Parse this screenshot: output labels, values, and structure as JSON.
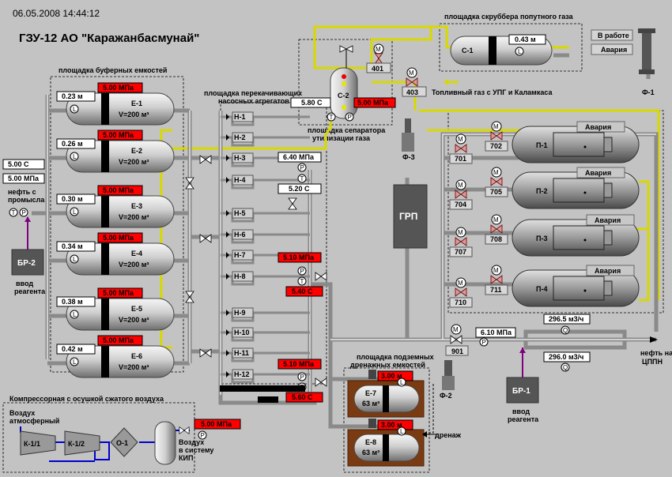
{
  "header": {
    "datetime": "06.05.2008  14:44:12",
    "title": "ГЗУ-12 АО \"Каражанбасмунай\""
  },
  "areas": {
    "buffer": "площадка буферных емкостей",
    "pumps": "площадка перекачивающих",
    "pumps2": "насосных агрегатов",
    "separator": "площадка сепаратора",
    "separator2": "утилизации газа",
    "scrubber": "площадка скруббера попутного газа",
    "drain": "площадка подземных",
    "drain2": "дренажных емкостей",
    "compressor": "Компрессорная с осушкой сжатого воздуха"
  },
  "inlet": {
    "temp": "5.00 С",
    "pressure": "5.00 МПа",
    "label1": "нефть с",
    "label2": "промысла",
    "br2": "БР-2",
    "reagent1": "ввод",
    "reagent2": "реагента"
  },
  "tanks": [
    {
      "name": "Е-1",
      "level": "0.23 м",
      "pressure": "5.00 МПа",
      "volume": "V=200 м³"
    },
    {
      "name": "Е-2",
      "level": "0.26 м",
      "pressure": "5.00 МПа",
      "volume": "V=200 м³"
    },
    {
      "name": "Е-3",
      "level": "0.30 м",
      "pressure": "5.00 МПа",
      "volume": "V=200 м³"
    },
    {
      "name": "Е-4",
      "level": "0.34 м",
      "pressure": "5.00 МПа",
      "volume": "V=200 м³"
    },
    {
      "name": "Е-5",
      "level": "0.38 м",
      "pressure": "5.00 МПа",
      "volume": "V=200 м³"
    },
    {
      "name": "Е-6",
      "level": "0.42 м",
      "pressure": "5.00 МПа",
      "volume": "V=200 м³"
    }
  ],
  "pumps": [
    "Н-1",
    "Н-2",
    "Н-3",
    "Н-4",
    "Н-5",
    "Н-6",
    "Н-7",
    "Н-8",
    "Н-9",
    "Н-10",
    "Н-11",
    "Н-12"
  ],
  "pump_readings": {
    "p1": "6.40 МПа",
    "t1": "5.20 С",
    "p2": "5.10 МПа",
    "t2": "5.40 С",
    "p3": "5.10 МПа",
    "t3": "5.60 С"
  },
  "separator": {
    "name": "С-2",
    "temp": "5.80 С",
    "pressure": "5.00 МПа"
  },
  "valves": {
    "v401": "401",
    "v403": "403",
    "v701": "701",
    "v702": "702",
    "v704": "704",
    "v705": "705",
    "v707": "707",
    "v708": "708",
    "v710": "710",
    "v711": "711",
    "v901": "901"
  },
  "fuel_gas": "Топливный газ с УПГ и Каламкаса",
  "scrubber": {
    "name": "С-1",
    "level": "0.43 м",
    "btn_run": "В работе",
    "btn_alarm": "Авария",
    "flare": "Ф-1"
  },
  "f2": "Ф-2",
  "f3": "Ф-3",
  "grp": "ГРП",
  "furnaces": [
    {
      "name": "П-1",
      "status": "Авария"
    },
    {
      "name": "П-2",
      "status": "Авария"
    },
    {
      "name": "П-3",
      "status": "Авария"
    },
    {
      "name": "П-4",
      "status": "Авария"
    }
  ],
  "outlet": {
    "pressure": "6.10 МПа",
    "flow1": "296.5 м3/ч",
    "flow2": "296.0 м3/ч",
    "label1": "нефть на",
    "label2": "ЦППН",
    "br1": "БР-1",
    "reagent1": "ввод",
    "reagent2": "реагента"
  },
  "drain": {
    "tanks": [
      {
        "name": "Е-7",
        "volume": "63 м³",
        "pressure": "3.00 м"
      },
      {
        "name": "Е-8",
        "volume": "63 м³",
        "pressure": "3.00 м"
      }
    ],
    "label": "дренаж"
  },
  "compressor": {
    "air1": "Воздух",
    "air2": "атмосферный",
    "k1": "К-1/1",
    "k2": "К-1/2",
    "o1": "О-1",
    "pressure": "5.00 МПа",
    "out1": "Воздух",
    "out2": "в систему",
    "out3": "КИП"
  }
}
